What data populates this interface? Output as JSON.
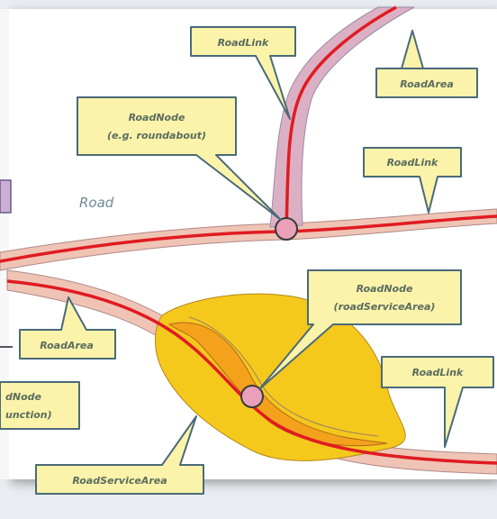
{
  "diagram": {
    "road_label": "Road",
    "callouts": {
      "roadlink_top": "RoadLink",
      "roadarea_top": "RoadArea",
      "roadnode_roundabout_line1": "RoadNode",
      "roadnode_roundabout_line2": "(e.g. roundabout)",
      "roadlink_mid": "RoadLink",
      "roadnode_service_line1": "RoadNode",
      "roadnode_service_line2": "(roadServiceArea)",
      "roadarea_left": "RoadArea",
      "roadlink_right": "RoadLink",
      "roadservicearea": "RoadServiceArea",
      "partial_node_line1": "dNode",
      "partial_node_line2": "unction)"
    },
    "colors": {
      "road_area": "#f0c4b4",
      "road_link": "#e01b22",
      "service_area_outer": "#f5c81c",
      "service_area_inner": "#f4a21c",
      "node_fill": "#e9a0b8",
      "callout_fill": "#fbf3a9",
      "callout_stroke": "#4a6a7a"
    }
  }
}
